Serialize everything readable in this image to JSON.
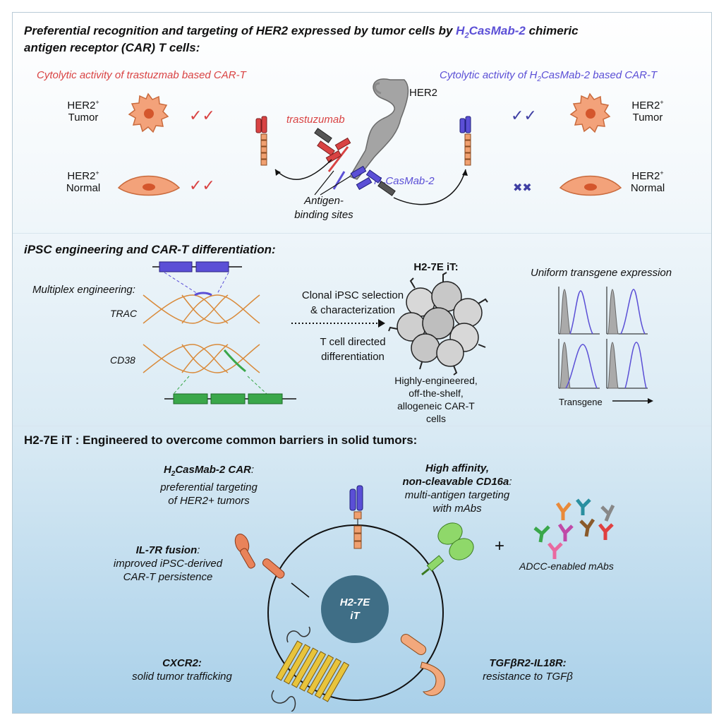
{
  "colors": {
    "red": "#d94343",
    "blue": "#5b4fd6",
    "cell_orange": "#e9835a",
    "green": "#3aa74a",
    "orange_gene": "#d98a3a",
    "nucleus": "#3f6e86",
    "yellow": "#e8c43c",
    "lightgreen": "#8fd86a"
  },
  "header": {
    "title_part1": "Preferential recognition and targeting of HER2 expressed by tumor cells by ",
    "title_h2": "H",
    "title_sub": "2",
    "title_rest": "CasMab-2",
    "title_part2": " chimeric",
    "title_line2": "antigen receptor (CAR) T cells:"
  },
  "panel1": {
    "left_heading": "Cytolytic activity of trastuzmab based CAR-T",
    "right_heading_pre": "Cytolytic activity of H",
    "right_heading_sub": "2",
    "right_heading_post": "CasMab-2 based CAR-T",
    "her2_tumor_l1": "HER2",
    "sup_plus": "+",
    "tumor_word": "Tumor",
    "normal_word": "Normal",
    "check_mark": "✓✓",
    "cross_mark": "✖✖",
    "her2_label": "HER2",
    "trastuzumab": "trastuzumab",
    "h2_pre": "H",
    "h2_sub": "2",
    "h2_post": "CasMab-2",
    "antigen_l1": "Antigen-",
    "antigen_l2": "binding sites"
  },
  "panel2": {
    "heading": "iPSC engineering and CAR-T differentiation:",
    "multiplex": "Multiplex engineering:",
    "trac": "TRAC",
    "cd38": "CD38",
    "clonal_l1": "Clonal iPSC selection",
    "clonal_l2": "& characterization",
    "tcell_l1": "T cell directed",
    "tcell_l2": "differentiation",
    "h2_it": "H2-7E iT:",
    "desc_l1": "Highly-engineered,",
    "desc_l2": "off-the-shelf,",
    "desc_l3": "allogeneic CAR-T",
    "desc_l4": "cells",
    "uniform": "Uniform transgene expression",
    "transgene": "Transgene"
  },
  "panel3": {
    "heading": "H2-7E iT : Engineered to overcome common barriers in solid tumors:",
    "car_pre": "H",
    "car_sub": "2",
    "car_post": "CasMab-2 CAR",
    "car_colon": ":",
    "car_d1": "preferential targeting",
    "car_d2": "of HER2+ tumors",
    "cd16_l1": "High affinity,",
    "cd16_l2": "non-cleavable CD16a",
    "cd16_colon": ":",
    "cd16_d1": "multi-antigen targeting",
    "cd16_d2": "with mAbs",
    "plus": "+",
    "adcc": "ADCC-enabled mAbs",
    "il7_title": "IL-7R fusion",
    "il7_colon": ":",
    "il7_d1": "improved iPSC-derived",
    "il7_d2": "CAR-T persistence",
    "nucleus_l1": "H2-7E",
    "nucleus_l2": "iT",
    "cxcr2_title": "CXCR2:",
    "cxcr2_d": "solid tumor trafficking",
    "tgf_title": "TGFβR2-IL18R:",
    "tgf_d": "resistance to TGFβ"
  }
}
